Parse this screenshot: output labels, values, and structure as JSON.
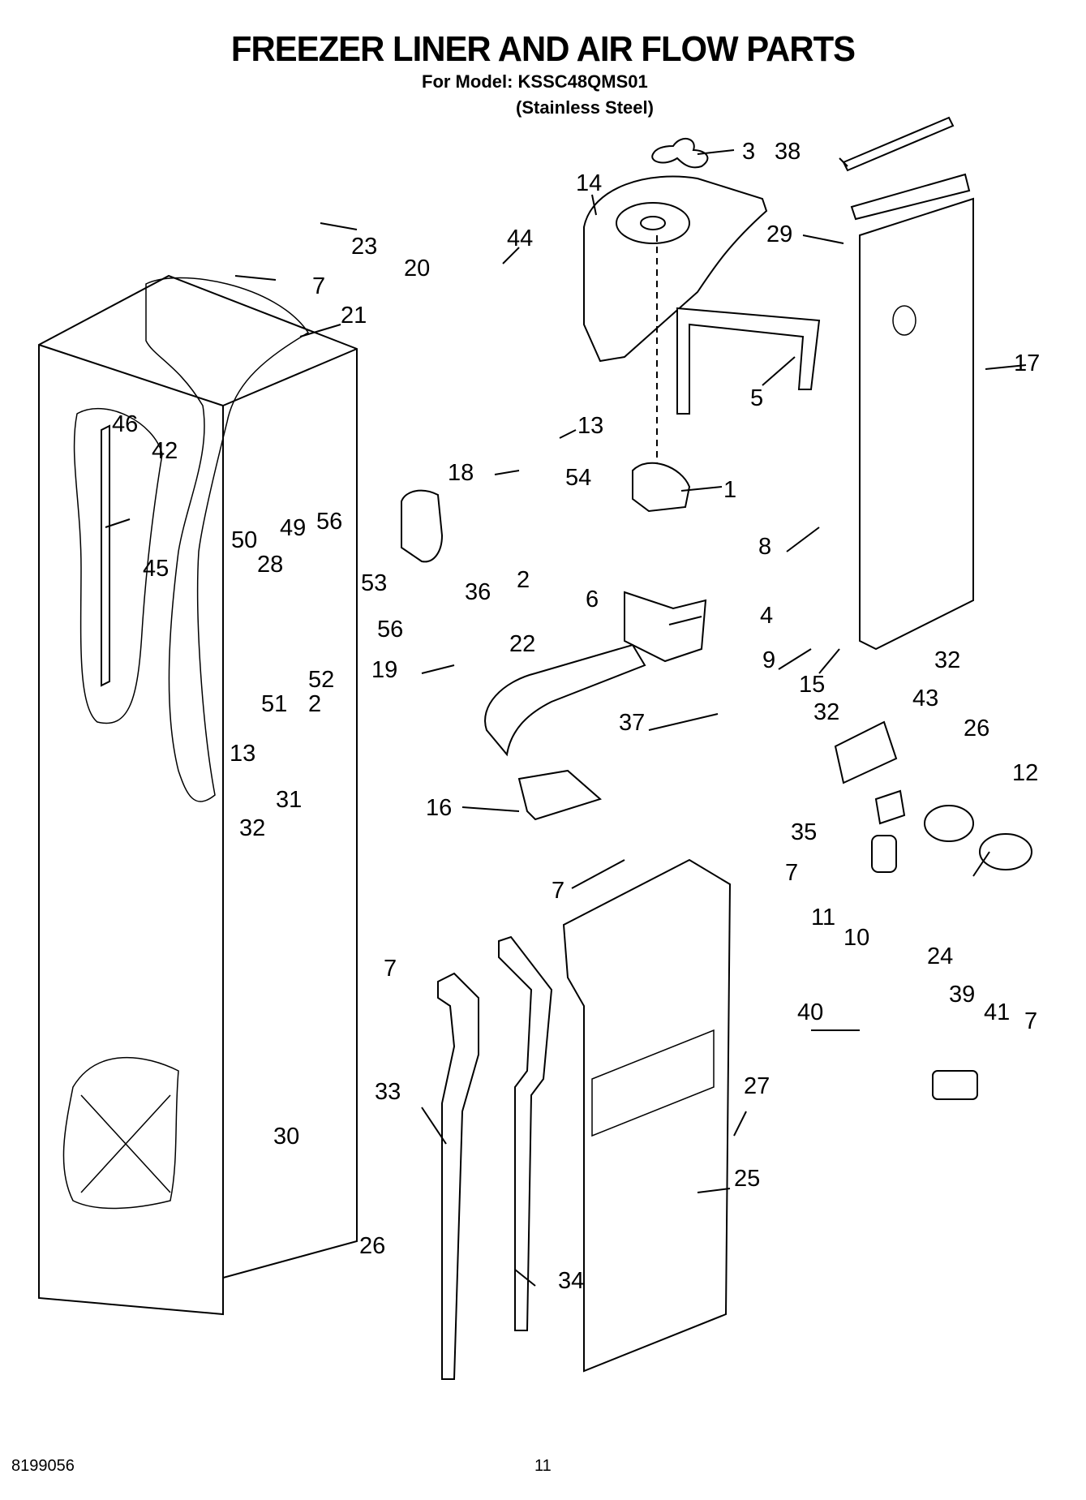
{
  "header": {
    "title": "FREEZER LINER AND AIR FLOW PARTS",
    "model_line": "For Model: KSSC48QMS01",
    "finish_line": "(Stainless Steel)"
  },
  "footer": {
    "document_number": "8199056",
    "page_number": "11"
  },
  "callouts": [
    {
      "id": "c3",
      "label": "3"
    },
    {
      "id": "c38",
      "label": "38"
    },
    {
      "id": "c14",
      "label": "14"
    },
    {
      "id": "c23",
      "label": "23"
    },
    {
      "id": "c44",
      "label": "44"
    },
    {
      "id": "c20",
      "label": "20"
    },
    {
      "id": "c29",
      "label": "29"
    },
    {
      "id": "c7a",
      "label": "7"
    },
    {
      "id": "c21",
      "label": "21"
    },
    {
      "id": "c17",
      "label": "17"
    },
    {
      "id": "c5",
      "label": "5"
    },
    {
      "id": "c13a",
      "label": "13"
    },
    {
      "id": "c46",
      "label": "46"
    },
    {
      "id": "c42",
      "label": "42"
    },
    {
      "id": "c18",
      "label": "18"
    },
    {
      "id": "c54",
      "label": "54"
    },
    {
      "id": "c1",
      "label": "1"
    },
    {
      "id": "c49",
      "label": "49"
    },
    {
      "id": "c56a",
      "label": "56"
    },
    {
      "id": "c50",
      "label": "50"
    },
    {
      "id": "c28",
      "label": "28"
    },
    {
      "id": "c8",
      "label": "8"
    },
    {
      "id": "c45",
      "label": "45"
    },
    {
      "id": "c53",
      "label": "53"
    },
    {
      "id": "c2a",
      "label": "2"
    },
    {
      "id": "c36",
      "label": "36"
    },
    {
      "id": "c6",
      "label": "6"
    },
    {
      "id": "c56b",
      "label": "56"
    },
    {
      "id": "c4",
      "label": "4"
    },
    {
      "id": "c32a",
      "label": "32"
    },
    {
      "id": "c22",
      "label": "22"
    },
    {
      "id": "c19",
      "label": "19"
    },
    {
      "id": "c52",
      "label": "52"
    },
    {
      "id": "c9",
      "label": "9"
    },
    {
      "id": "c15",
      "label": "15"
    },
    {
      "id": "c43",
      "label": "43"
    },
    {
      "id": "c51",
      "label": "51"
    },
    {
      "id": "c2b",
      "label": "2"
    },
    {
      "id": "c13b",
      "label": "13"
    },
    {
      "id": "c32b",
      "label": "32"
    },
    {
      "id": "c37",
      "label": "37"
    },
    {
      "id": "c26a",
      "label": "26"
    },
    {
      "id": "c12",
      "label": "12"
    },
    {
      "id": "c31",
      "label": "31"
    },
    {
      "id": "c16",
      "label": "16"
    },
    {
      "id": "c32c",
      "label": "32"
    },
    {
      "id": "c35",
      "label": "35"
    },
    {
      "id": "c7b",
      "label": "7"
    },
    {
      "id": "c7c",
      "label": "7"
    },
    {
      "id": "c11",
      "label": "11"
    },
    {
      "id": "c10",
      "label": "10"
    },
    {
      "id": "c24",
      "label": "24"
    },
    {
      "id": "c7d",
      "label": "7"
    },
    {
      "id": "c40",
      "label": "40"
    },
    {
      "id": "c39",
      "label": "39"
    },
    {
      "id": "c41",
      "label": "41"
    },
    {
      "id": "c7e",
      "label": "7"
    },
    {
      "id": "c33",
      "label": "33"
    },
    {
      "id": "c27",
      "label": "27"
    },
    {
      "id": "c30",
      "label": "30"
    },
    {
      "id": "c25",
      "label": "25"
    },
    {
      "id": "c26b",
      "label": "26"
    },
    {
      "id": "c34",
      "label": "34"
    }
  ]
}
